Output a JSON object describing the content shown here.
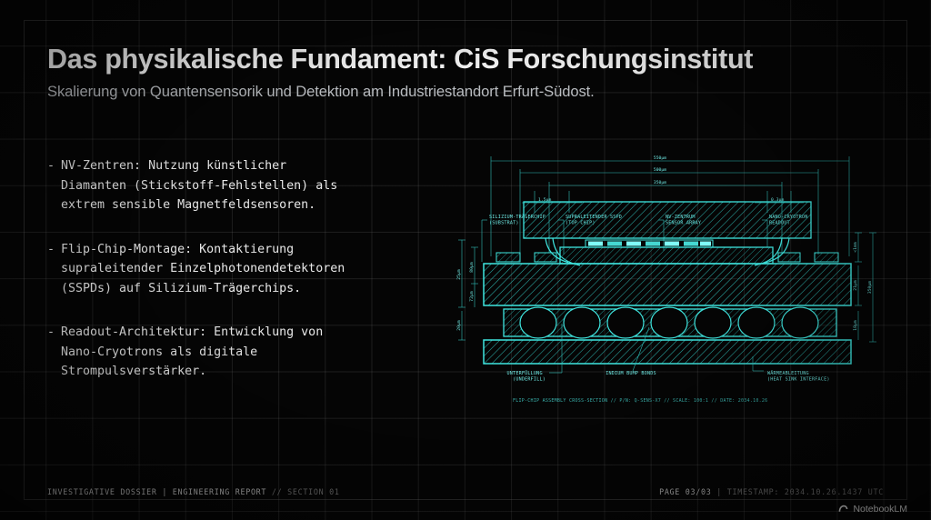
{
  "header": {
    "title": "Das physikalische Fundament: CiS Forschungsinstitut",
    "subtitle": "Skalierung von Quantensensorik und Detektion am Industriestandort Erfurt-Südost."
  },
  "bullets": {
    "marker": "-",
    "items": [
      "NV-Zentren: Nutzung künstlicher\nDiamanten (Stickstoff-Fehlstellen) als\nextrem sensible Magnetfeldsensoren.",
      "Flip-Chip-Montage: Kontaktierung\nsupraleitender Einzelphotonendetektoren\n(SSPDs) auf Silizium-Trägerchips.",
      "Readout-Architektur: Entwicklung von\nNano-Cryotrons als digitale\nStrompulsverstärker."
    ]
  },
  "diagram": {
    "accent_color": "#3fe6e0",
    "top_dimensions": [
      "550µm",
      "500µm",
      "350µm"
    ],
    "small_dimensions": [
      "1.5µm",
      "0.3µm"
    ],
    "left_dimensions": [
      "25µm",
      "80µm",
      "72µm",
      "20µm"
    ],
    "right_dimensions": [
      "<1mm",
      "21µm",
      "350µm",
      "18µm"
    ],
    "callouts_top": [
      "SILIZIUM-TRÄGERCHIP\n(SUBSTRAT)",
      "SUPRALEITENDER SSPD\n(TOP CHIP)",
      "NV-ZENTRUM\nSENSOR ARRAY",
      "NANO-CRYOTRON\nREADOUT"
    ],
    "callouts_bottom": [
      "UNTERFÜLLUNG\n(UNDERFILL)",
      "INDIUM BUMP BONDS",
      "WÄRMEABLEITUNG\n(HEAT SINK INTERFACE)"
    ],
    "caption": "FLIP-CHIP ASSEMBLY CROSS-SECTION // P/N: Q-SENS-X7 // SCALE: 100:1 // DATE: 2034.10.26"
  },
  "footer": {
    "left_main": "INVESTIGATIVE DOSSIER | ENGINEERING REPORT",
    "left_dim": "// SECTION 01",
    "right_main": "PAGE 03/03",
    "right_dim": "| TIMESTAMP: 2034.10.26.1437 UTC",
    "watermark": "NotebookLM"
  }
}
